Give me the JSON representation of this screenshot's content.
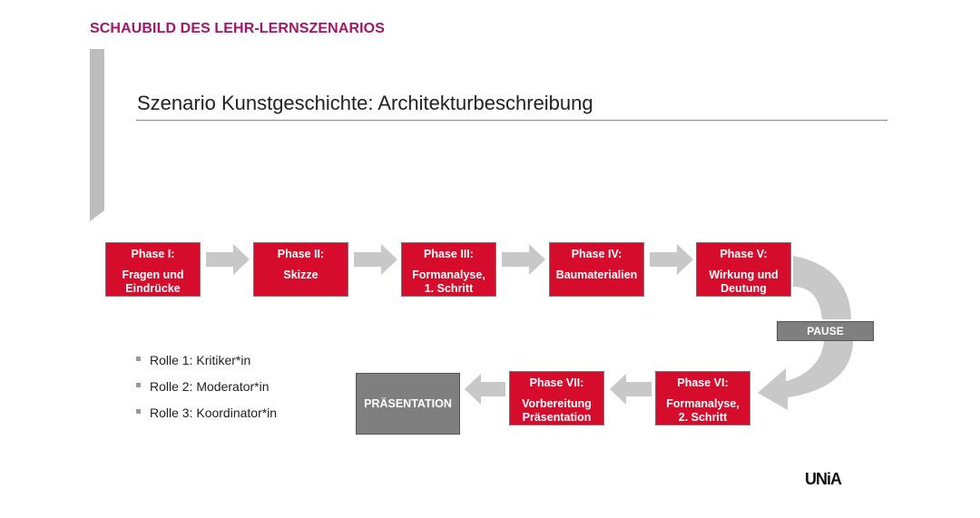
{
  "header": {
    "title": "SCHAUBILD DES LEHR-LERNSZENARIOS"
  },
  "slide": {
    "title": "Szenario Kunstgeschichte: Architekturbeschreibung"
  },
  "phases": [
    {
      "title": "Phase I:",
      "desc": "Fragen und\nEindrücke"
    },
    {
      "title": "Phase II:",
      "desc": "Skizze"
    },
    {
      "title": "Phase III:",
      "desc": "Formanalyse,\n1. Schritt"
    },
    {
      "title": "Phase IV:",
      "desc": "Baumaterialien"
    },
    {
      "title": "Phase V:",
      "desc": "Wirkung und\nDeutung"
    },
    {
      "title": "Phase VI:",
      "desc": "Formanalyse,\n2. Schritt"
    },
    {
      "title": "Phase VII:",
      "desc": "Vorbereitung\nPräsentation"
    }
  ],
  "pause": {
    "label": "PAUSE"
  },
  "presentation": {
    "label": "PRÄSENTATION"
  },
  "roles": [
    "Rolle 1: Kritiker*in",
    "Rolle 2: Moderator*in",
    "Rolle 3: Koordinator*in"
  ],
  "logo": {
    "text": "UNiA"
  },
  "colors": {
    "accent": "#a2166a",
    "phase": "#d60c2c",
    "gray_box": "#7f7f7f",
    "arrow": "#c8c8c8",
    "side_bar": "#bdbdbd"
  }
}
